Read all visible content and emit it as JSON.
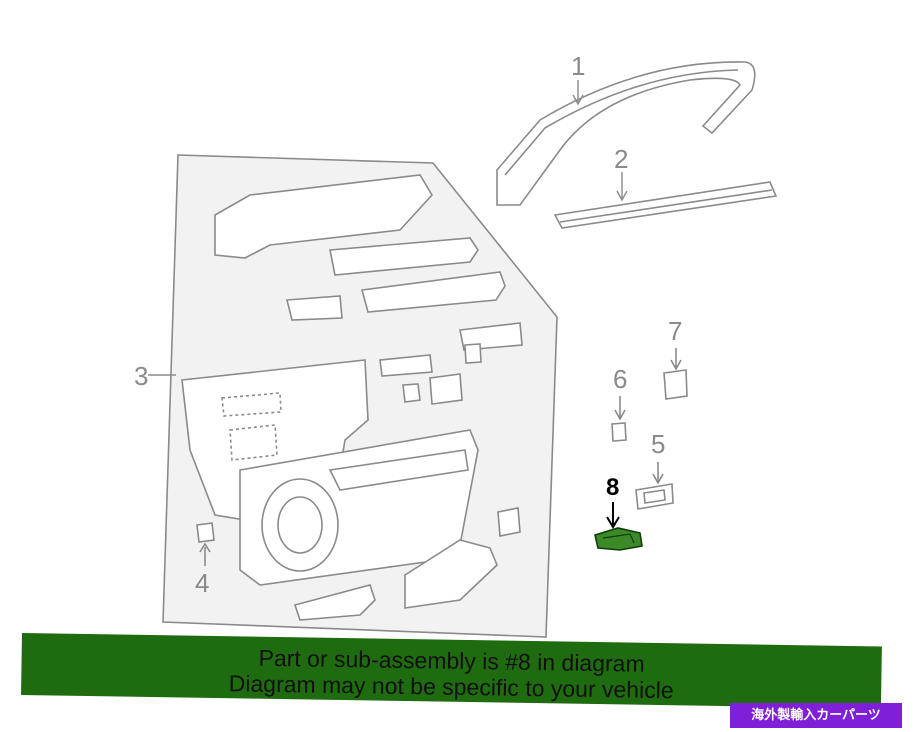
{
  "callouts": {
    "c1": "1",
    "c2": "2",
    "c3": "3",
    "c4": "4",
    "c5": "5",
    "c6": "6",
    "c7": "7",
    "c8": "8"
  },
  "banner": {
    "line1": "Part or sub-assembly is #8 in diagram",
    "line2": "Diagram may not be specific to your vehicle"
  },
  "badge": {
    "text": "海外製輸入カーパーツ"
  },
  "colors": {
    "line": "#8a8a8a",
    "panel_fill": "#f2f2f2",
    "highlight": "#3a8a2a",
    "banner": "#1f6b0f",
    "badge": "#7f1fd8"
  }
}
